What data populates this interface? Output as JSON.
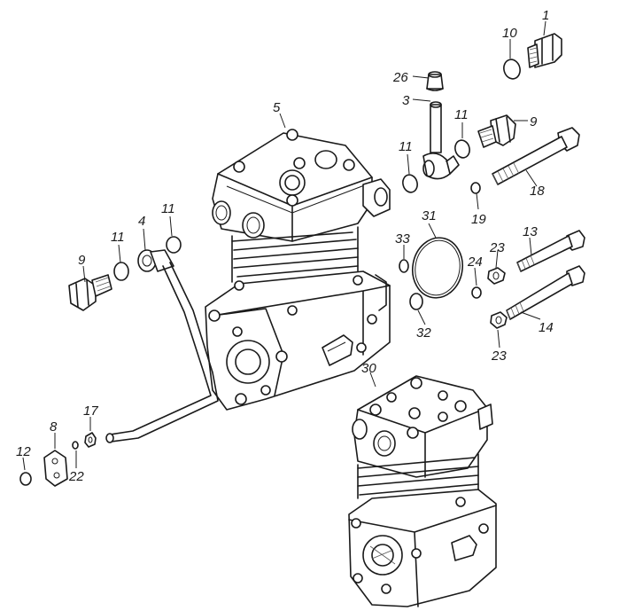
{
  "callouts": {
    "c1": "1",
    "c10": "10",
    "c26": "26",
    "c3": "3",
    "c5": "5",
    "c11a": "11",
    "c9a": "9",
    "c11b": "11",
    "c18": "18",
    "c4": "4",
    "c11c": "11",
    "c11d": "11",
    "c9b": "9",
    "c31": "31",
    "c19": "19",
    "c33": "33",
    "c13": "13",
    "c23a": "23",
    "c24": "24",
    "c14": "14",
    "c32": "32",
    "c23b": "23",
    "c30": "30",
    "c17": "17",
    "c8": "8",
    "c12": "12",
    "c22": "22"
  }
}
